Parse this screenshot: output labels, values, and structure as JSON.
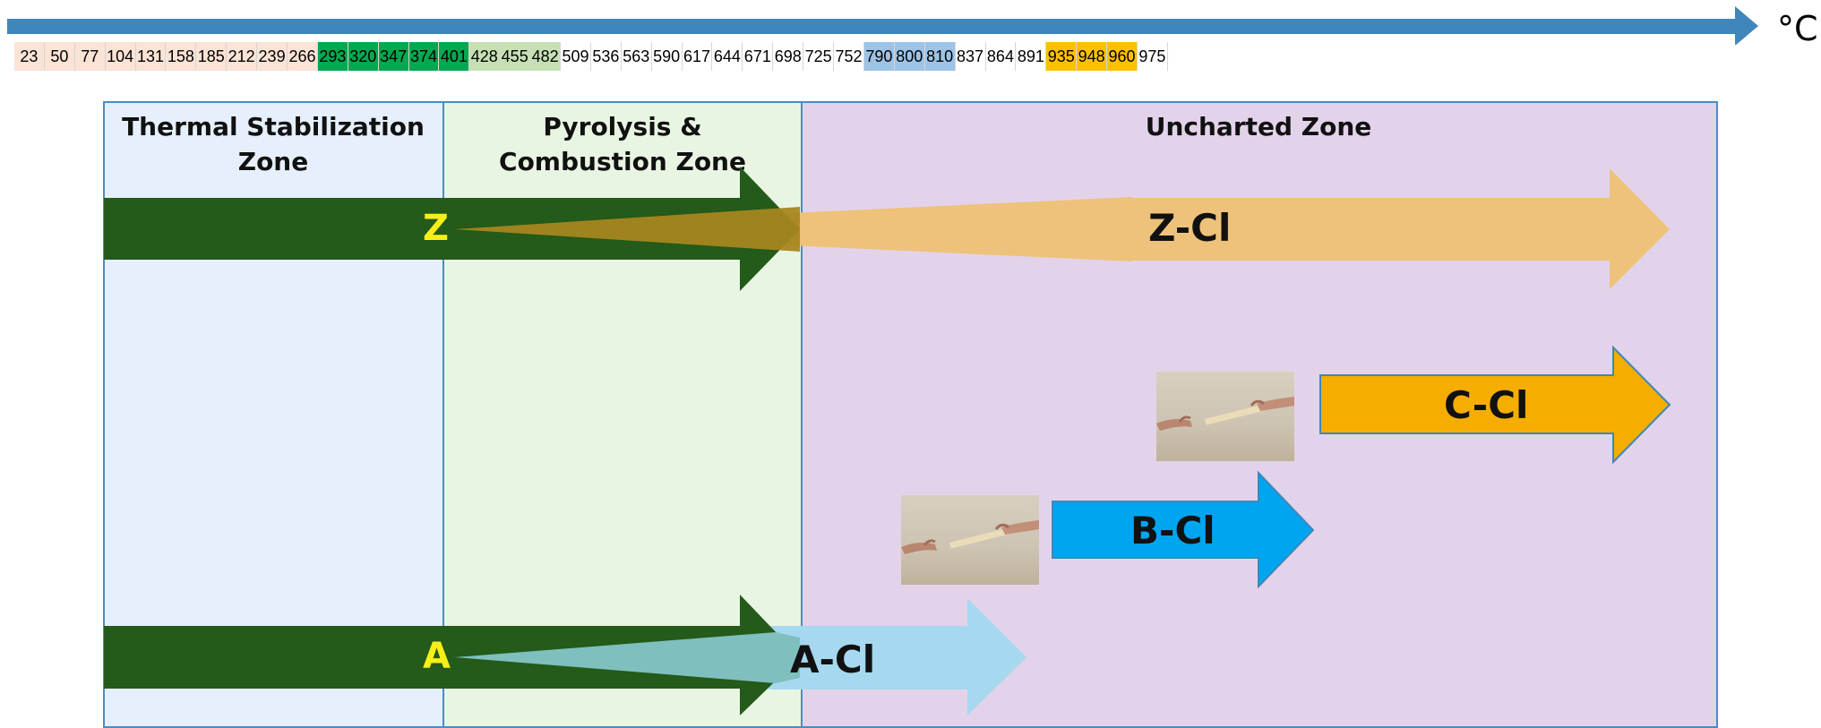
{
  "axis": {
    "unit": "°C",
    "ticks": [
      {
        "v": "23",
        "c": "#fbe3d6"
      },
      {
        "v": "50",
        "c": "#fbe3d6"
      },
      {
        "v": "77",
        "c": "#fbe3d6"
      },
      {
        "v": "104",
        "c": "#fbe3d6"
      },
      {
        "v": "131",
        "c": "#fbe3d6"
      },
      {
        "v": "158",
        "c": "#fbe3d6"
      },
      {
        "v": "185",
        "c": "#fbe3d6"
      },
      {
        "v": "212",
        "c": "#fbe3d6"
      },
      {
        "v": "239",
        "c": "#fbe3d6"
      },
      {
        "v": "266",
        "c": "#fbe3d6"
      },
      {
        "v": "293",
        "c": "#00a84f"
      },
      {
        "v": "320",
        "c": "#00a84f"
      },
      {
        "v": "347",
        "c": "#00a84f"
      },
      {
        "v": "374",
        "c": "#00a84f"
      },
      {
        "v": "401",
        "c": "#00a84f"
      },
      {
        "v": "428",
        "c": "#c6e0b4"
      },
      {
        "v": "455",
        "c": "#c6e0b4"
      },
      {
        "v": "482",
        "c": "#c6e0b4"
      },
      {
        "v": "509",
        "c": "#ffffff"
      },
      {
        "v": "536",
        "c": "#ffffff"
      },
      {
        "v": "563",
        "c": "#ffffff"
      },
      {
        "v": "590",
        "c": "#ffffff"
      },
      {
        "v": "617",
        "c": "#ffffff"
      },
      {
        "v": "644",
        "c": "#ffffff"
      },
      {
        "v": "671",
        "c": "#ffffff"
      },
      {
        "v": "698",
        "c": "#ffffff"
      },
      {
        "v": "725",
        "c": "#ffffff"
      },
      {
        "v": "752",
        "c": "#ffffff"
      },
      {
        "v": "790",
        "c": "#9dc3e6"
      },
      {
        "v": "800",
        "c": "#9dc3e6"
      },
      {
        "v": "810",
        "c": "#9dc3e6"
      },
      {
        "v": "837",
        "c": "#ffffff"
      },
      {
        "v": "864",
        "c": "#ffffff"
      },
      {
        "v": "891",
        "c": "#ffffff"
      },
      {
        "v": "935",
        "c": "#ffc000"
      },
      {
        "v": "948",
        "c": "#ffc000"
      },
      {
        "v": "960",
        "c": "#ffc000"
      },
      {
        "v": "975",
        "c": "#ffffff"
      }
    ]
  },
  "zones": {
    "thermal": {
      "label": "Thermal Stabilization Zone",
      "color": "#e6f0fc"
    },
    "pyrolysis": {
      "label": "Pyrolysis & Combustion Zone",
      "color": "#e9f5e3"
    },
    "uncharted": {
      "label": "Uncharted Zone",
      "color": "#e3d3ea"
    }
  },
  "arrows": {
    "z": {
      "label": "Z",
      "color": "#245a1a"
    },
    "z_cl": {
      "label": "Z-Cl",
      "color": "#eec27a"
    },
    "a": {
      "label": "A",
      "color": "#245a1a"
    },
    "a_cl": {
      "label": "A-Cl",
      "color": "#a6d8ef"
    },
    "b_cl": {
      "label": "B-Cl",
      "color": "#00a5f0"
    },
    "c_cl": {
      "label": "C-Cl",
      "color": "#f5ad00"
    }
  },
  "colors": {
    "axis_arrow": "#3f87bb",
    "zone_border": "#4a8dc0",
    "label_yellow": "#f7ef17"
  }
}
